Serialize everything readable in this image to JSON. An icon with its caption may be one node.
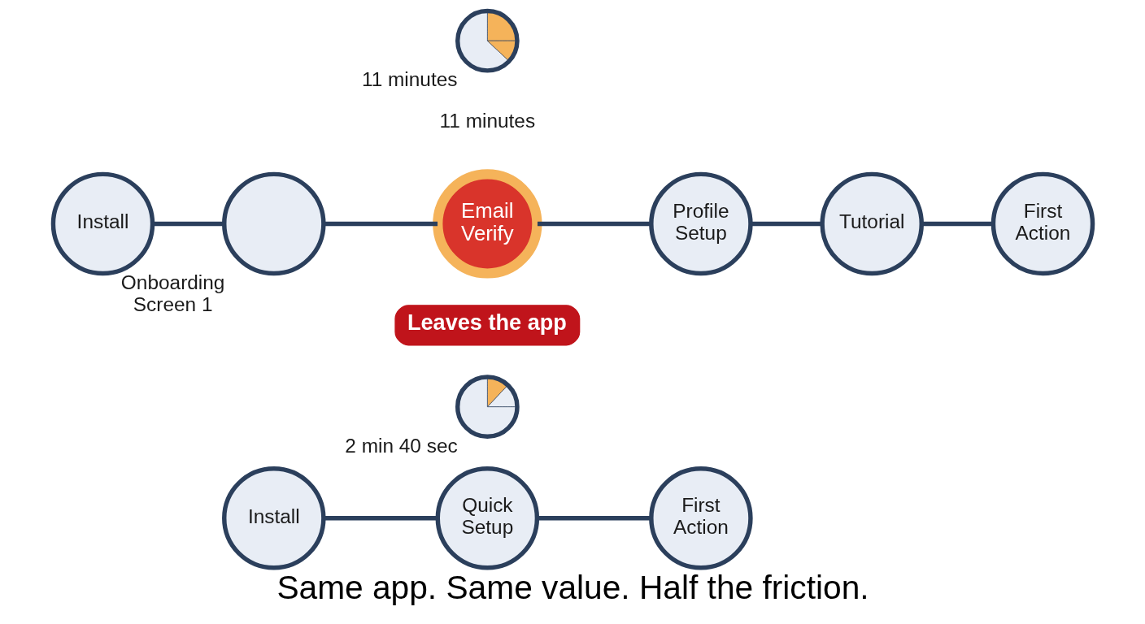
{
  "diagram": {
    "caption": "Same app. Same value. Half the friction.",
    "nodes": [
      {
        "text": [],
        "shape": "picture",
        "beside": [
          "11 minutes"
        ]
      },
      {
        "text": [
          "Install"
        ]
      },
      {
        "text": [],
        "shape": "circle",
        "beside": [
          "Onboarding Screen 1"
        ]
      },
      {
        "text": [
          "Email Verify"
        ]
      },
      {
        "text": [
          "Profile Setup"
        ]
      },
      {
        "text": [
          "Tutorial"
        ]
      },
      {
        "text": [
          "First Action"
        ]
      },
      {
        "text": [
          "Leaves the app"
        ]
      },
      {
        "text": [],
        "shape": "picture",
        "beside": [
          "2 min 40 sec"
        ]
      },
      {
        "text": [
          "Install"
        ]
      },
      {
        "text": [
          "Quick Setup"
        ]
      },
      {
        "text": [
          "First Action"
        ]
      }
    ],
    "edges": [
      {
        "from": 1,
        "to": 2,
        "arrow": "none"
      },
      {
        "from": 2,
        "to": 3,
        "arrow": "none"
      },
      {
        "from": 3,
        "to": 4,
        "arrow": "none"
      },
      {
        "from": 4,
        "to": 5,
        "arrow": "none"
      },
      {
        "from": 5,
        "to": 6,
        "arrow": "none"
      },
      {
        "from": 9,
        "to": 10,
        "arrow": "none"
      },
      {
        "from": 10,
        "to": 11,
        "arrow": "none"
      }
    ],
    "labels": [
      "11 minutes"
    ]
  }
}
